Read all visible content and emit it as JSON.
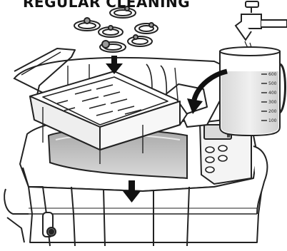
{
  "title": "REGULAR CLEANING",
  "beaker_marks": [
    "600",
    "500",
    "400",
    "300",
    "200",
    "100"
  ],
  "display_glyph": "▌"
}
